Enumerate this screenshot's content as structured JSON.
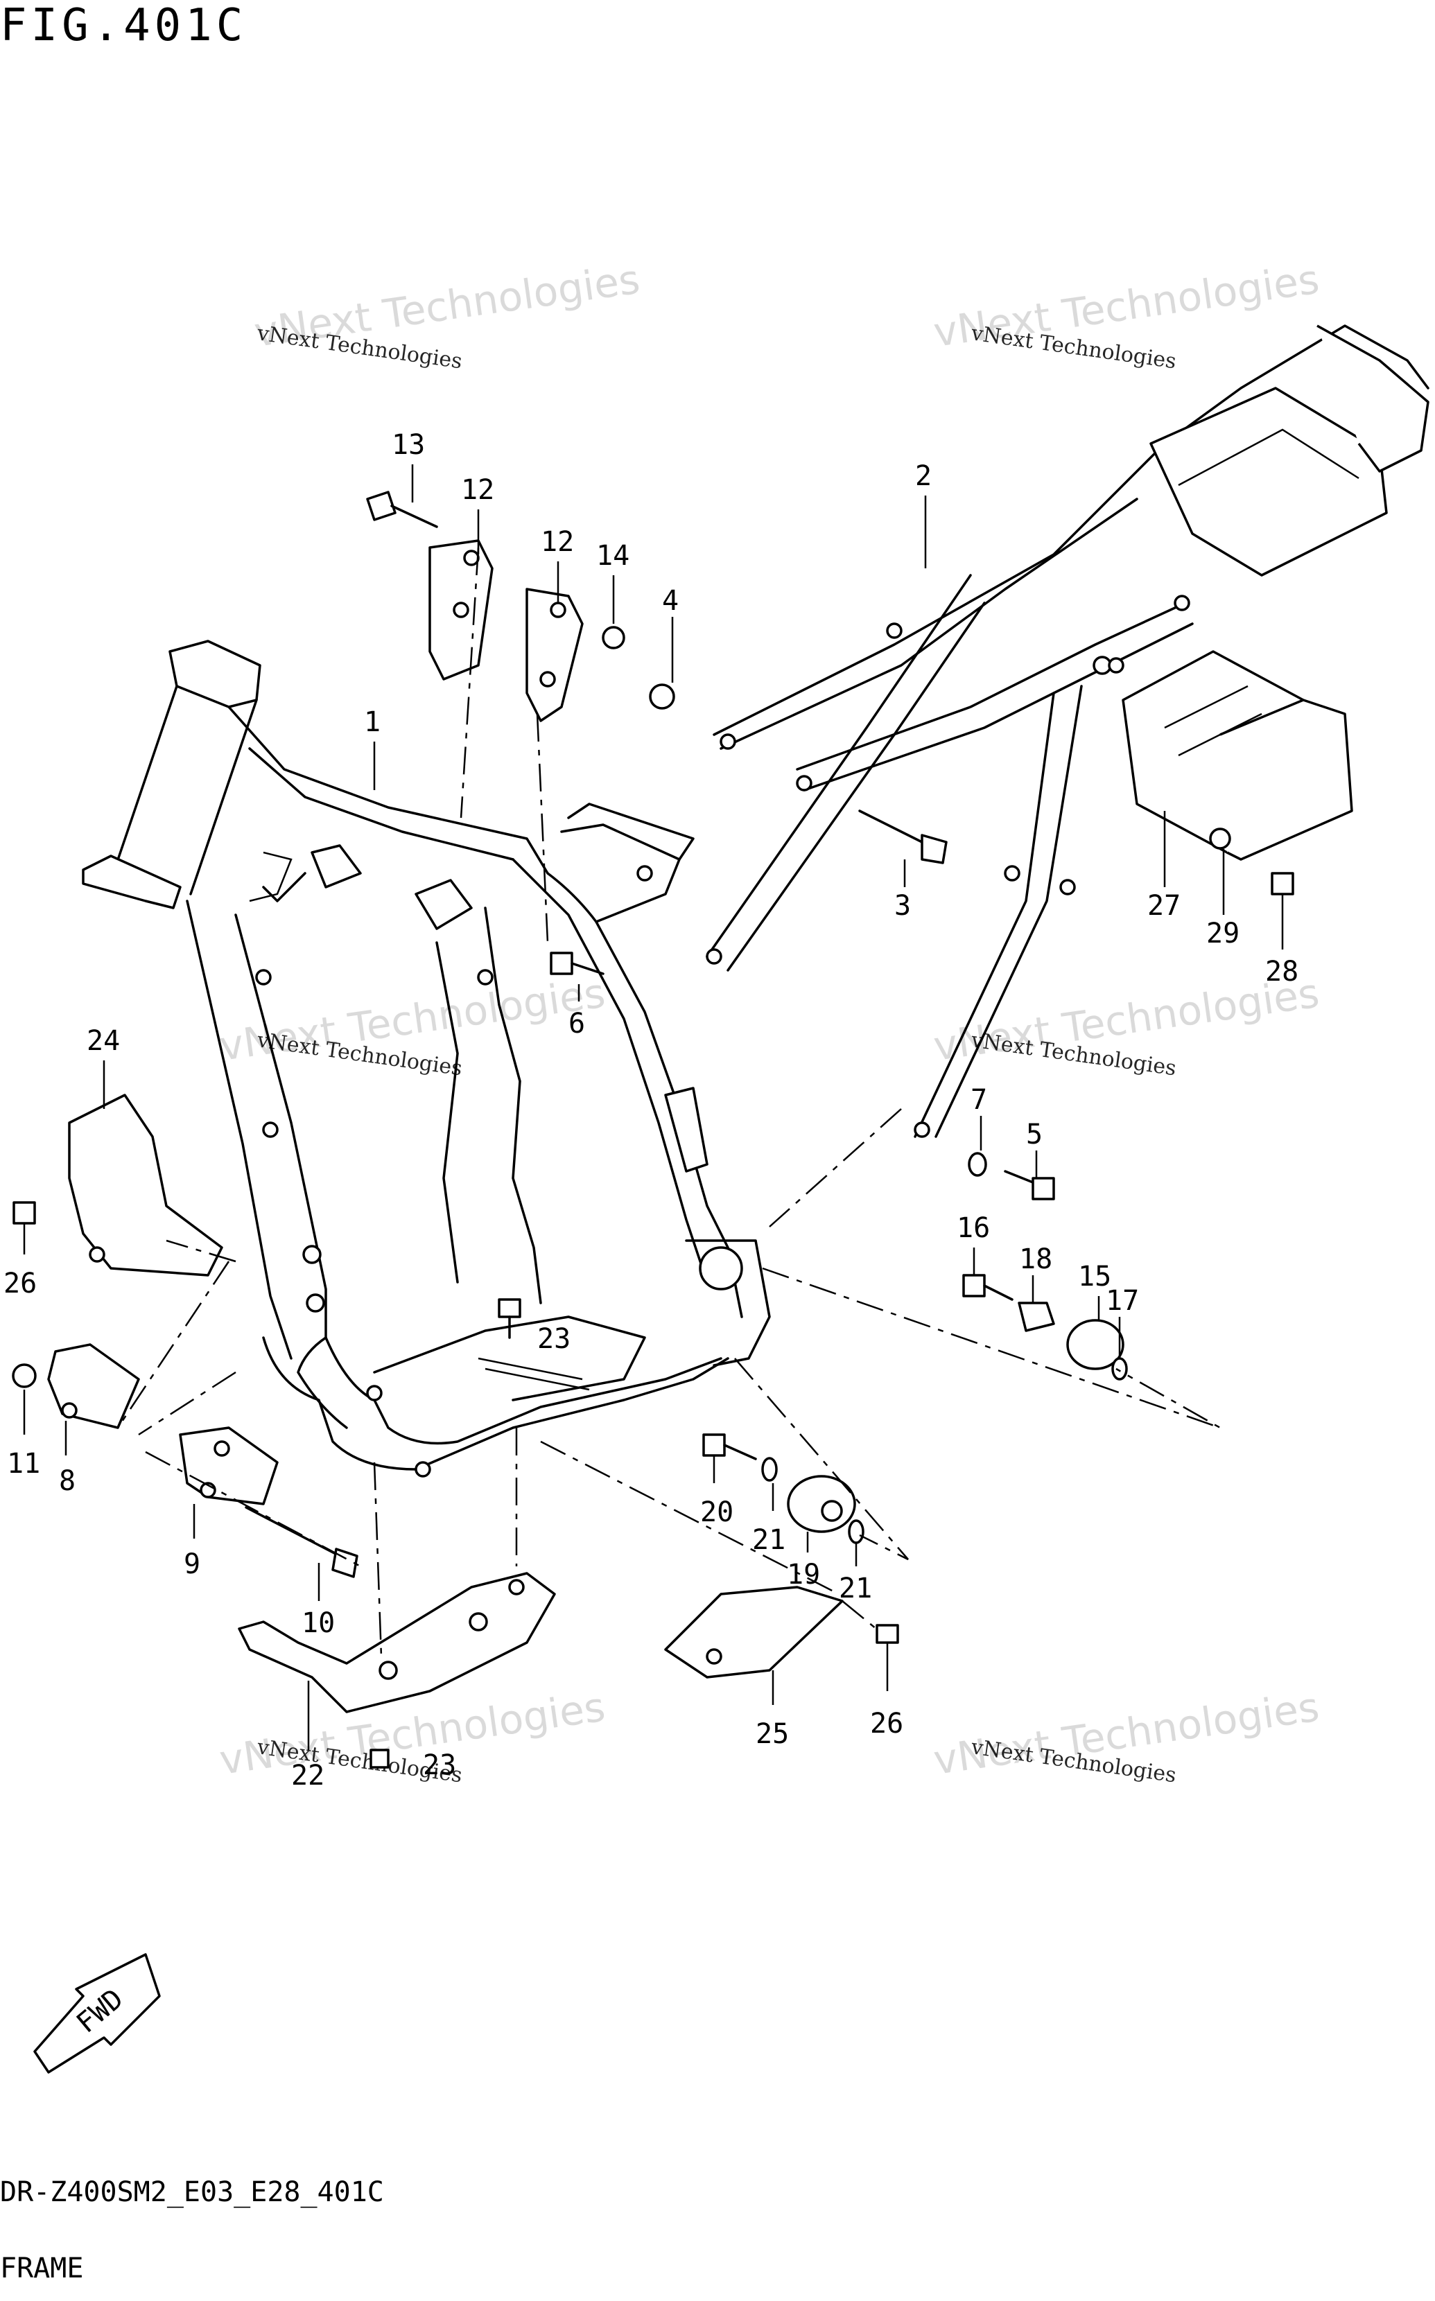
{
  "figure_title": "FIG.401C",
  "model_code": "DR-Z400SM2_E03_E28_401C",
  "section_name": "FRAME",
  "watermark_line1": "vNext Technologies",
  "watermark_line2": "vNext Technologies",
  "fwd_label": "FWD",
  "callouts": {
    "c1": "1",
    "c2": "2",
    "c3": "3",
    "c4": "4",
    "c5": "5",
    "c6": "6",
    "c7": "7",
    "c8": "8",
    "c9": "9",
    "c10": "10",
    "c11": "11",
    "c12a": "12",
    "c12b": "12",
    "c13": "13",
    "c14": "14",
    "c15": "15",
    "c16": "16",
    "c17": "17",
    "c18": "18",
    "c19": "19",
    "c20": "20",
    "c21a": "21",
    "c21b": "21",
    "c22": "22",
    "c23a": "23",
    "c23b": "23",
    "c24": "24",
    "c25": "25",
    "c26a": "26",
    "c26b": "26",
    "c27": "27",
    "c28": "28",
    "c29": "29"
  }
}
